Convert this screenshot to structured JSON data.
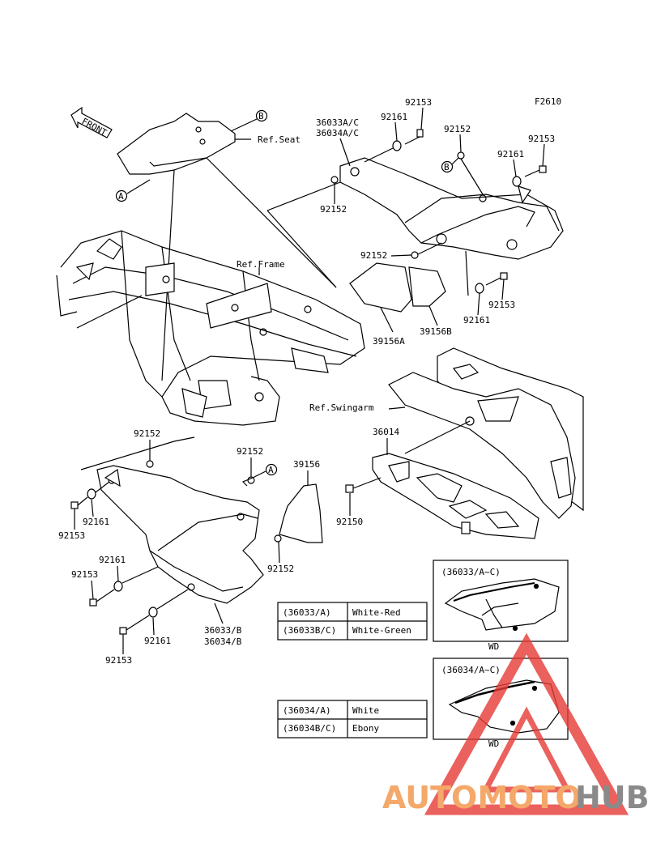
{
  "figure_code": "F2610",
  "front_label": "FRONT",
  "callouts": {
    "a": "A",
    "b": "B"
  },
  "parts": {
    "p92153_top": "92153",
    "p92161_top": "92161",
    "p36033ac": "36033A/C",
    "p36034ac": "36034A/C",
    "p92152_top": "92152",
    "p92153_right": "92153",
    "p92161_right": "92161",
    "p92152_left": "92152",
    "p92152_mid": "92152",
    "p92153_mid": "92153",
    "p92161_mid": "92161",
    "p39156a": "39156A",
    "p39156b": "39156B",
    "p36014": "36014",
    "p92150": "92150",
    "p92152_low1": "92152",
    "p92152_low2": "92152",
    "p39156": "39156",
    "p92161_low1": "92161",
    "p92153_low1": "92153",
    "p92161_low2": "92161",
    "p92153_low2": "92153",
    "p92152_low3": "92152",
    "p92161_low3": "92161",
    "p92153_low3": "92153",
    "p36033b": "36033/B",
    "p36034b": "36034/B"
  },
  "refs": {
    "seat": "Ref.Seat",
    "frame": "Ref.Frame",
    "swingarm": "Ref.Swingarm"
  },
  "inset_36033": {
    "title": "(36033/A~C)",
    "mark": "WD"
  },
  "inset_36034": {
    "title": "(36034/A~C)",
    "mark": "WD"
  },
  "color_table_36033": [
    {
      "code": "(36033/A)",
      "color": "White-Red"
    },
    {
      "code": "(36033B/C)",
      "color": "White-Green"
    }
  ],
  "color_table_36034": [
    {
      "code": "(36034/A)",
      "color": "White"
    },
    {
      "code": "(36034B/C)",
      "color": "Ebony"
    }
  ],
  "watermark": {
    "part1": "AUTOMOTO",
    "part2": "HUB",
    "color1": "#f4a86a",
    "color2": "#8a8a8a",
    "triangle_color": "#e53935"
  }
}
